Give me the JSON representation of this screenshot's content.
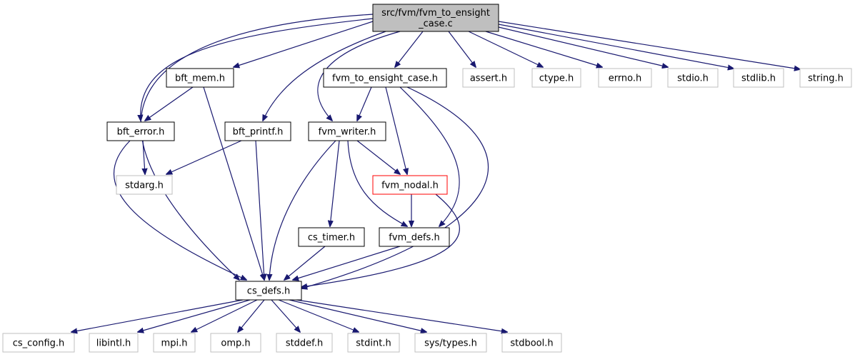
{
  "graph": {
    "colors": {
      "edge": "#191970",
      "root_fill": "#bfbfbf",
      "documented_border": "#000000",
      "system_border": "#bfbfbf",
      "incomplete_border": "#ff0000",
      "text": "#000000",
      "background": "#ffffff"
    },
    "nodes": [
      {
        "id": "root",
        "label": "src/fvm/fvm_to_ensight\n_case.c",
        "kind": "root"
      },
      {
        "id": "bft_mem",
        "label": "bft_mem.h",
        "kind": "documented"
      },
      {
        "id": "fvm_to_ensight_case_h",
        "label": "fvm_to_ensight_case.h",
        "kind": "documented"
      },
      {
        "id": "assert",
        "label": "assert.h",
        "kind": "system"
      },
      {
        "id": "ctype",
        "label": "ctype.h",
        "kind": "system"
      },
      {
        "id": "errno",
        "label": "errno.h",
        "kind": "system"
      },
      {
        "id": "stdio",
        "label": "stdio.h",
        "kind": "system"
      },
      {
        "id": "stdlib",
        "label": "stdlib.h",
        "kind": "system"
      },
      {
        "id": "string",
        "label": "string.h",
        "kind": "system"
      },
      {
        "id": "bft_error",
        "label": "bft_error.h",
        "kind": "documented"
      },
      {
        "id": "bft_printf",
        "label": "bft_printf.h",
        "kind": "documented"
      },
      {
        "id": "fvm_writer",
        "label": "fvm_writer.h",
        "kind": "documented"
      },
      {
        "id": "stdarg",
        "label": "stdarg.h",
        "kind": "system"
      },
      {
        "id": "fvm_nodal",
        "label": "fvm_nodal.h",
        "kind": "incomplete"
      },
      {
        "id": "cs_timer",
        "label": "cs_timer.h",
        "kind": "documented"
      },
      {
        "id": "fvm_defs",
        "label": "fvm_defs.h",
        "kind": "documented"
      },
      {
        "id": "cs_defs",
        "label": "cs_defs.h",
        "kind": "documented"
      },
      {
        "id": "cs_config",
        "label": "cs_config.h",
        "kind": "system"
      },
      {
        "id": "libintl",
        "label": "libintl.h",
        "kind": "system"
      },
      {
        "id": "mpi",
        "label": "mpi.h",
        "kind": "system"
      },
      {
        "id": "omp",
        "label": "omp.h",
        "kind": "system"
      },
      {
        "id": "stddef",
        "label": "stddef.h",
        "kind": "system"
      },
      {
        "id": "stdint",
        "label": "stdint.h",
        "kind": "system"
      },
      {
        "id": "systypes",
        "label": "sys/types.h",
        "kind": "system"
      },
      {
        "id": "stdbool",
        "label": "stdbool.h",
        "kind": "system"
      }
    ],
    "edges": [
      {
        "from": "root",
        "to": "bft_mem"
      },
      {
        "from": "root",
        "to": "fvm_to_ensight_case_h"
      },
      {
        "from": "root",
        "to": "assert"
      },
      {
        "from": "root",
        "to": "ctype"
      },
      {
        "from": "root",
        "to": "errno"
      },
      {
        "from": "root",
        "to": "stdio"
      },
      {
        "from": "root",
        "to": "stdlib"
      },
      {
        "from": "root",
        "to": "string"
      },
      {
        "from": "root",
        "to": "bft_error"
      },
      {
        "from": "root",
        "to": "bft_printf"
      },
      {
        "from": "root",
        "to": "fvm_writer"
      },
      {
        "from": "root",
        "to": "cs_defs"
      },
      {
        "from": "bft_mem",
        "to": "bft_error"
      },
      {
        "from": "bft_mem",
        "to": "cs_defs"
      },
      {
        "from": "bft_error",
        "to": "stdarg"
      },
      {
        "from": "bft_error",
        "to": "cs_defs"
      },
      {
        "from": "bft_printf",
        "to": "stdarg"
      },
      {
        "from": "bft_printf",
        "to": "cs_defs"
      },
      {
        "from": "fvm_to_ensight_case_h",
        "to": "fvm_writer"
      },
      {
        "from": "fvm_to_ensight_case_h",
        "to": "fvm_nodal"
      },
      {
        "from": "fvm_to_ensight_case_h",
        "to": "fvm_defs"
      },
      {
        "from": "fvm_to_ensight_case_h",
        "to": "cs_defs"
      },
      {
        "from": "fvm_writer",
        "to": "fvm_nodal"
      },
      {
        "from": "fvm_writer",
        "to": "cs_timer"
      },
      {
        "from": "fvm_writer",
        "to": "fvm_defs"
      },
      {
        "from": "fvm_writer",
        "to": "cs_defs"
      },
      {
        "from": "fvm_nodal",
        "to": "fvm_defs"
      },
      {
        "from": "fvm_nodal",
        "to": "cs_defs"
      },
      {
        "from": "cs_timer",
        "to": "cs_defs"
      },
      {
        "from": "fvm_defs",
        "to": "cs_defs"
      },
      {
        "from": "cs_defs",
        "to": "cs_config"
      },
      {
        "from": "cs_defs",
        "to": "libintl"
      },
      {
        "from": "cs_defs",
        "to": "mpi"
      },
      {
        "from": "cs_defs",
        "to": "omp"
      },
      {
        "from": "cs_defs",
        "to": "stddef"
      },
      {
        "from": "cs_defs",
        "to": "stdint"
      },
      {
        "from": "cs_defs",
        "to": "systypes"
      },
      {
        "from": "cs_defs",
        "to": "stdbool"
      }
    ]
  }
}
